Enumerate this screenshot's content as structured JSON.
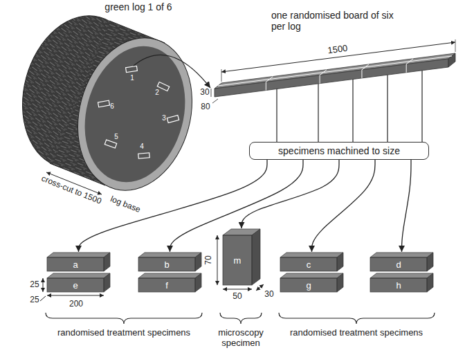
{
  "diagram": {
    "nodes": [
      {
        "text": [
          "specimens machined to size"
        ]
      },
      {
        "text": [
          "a"
        ]
      },
      {
        "text": [
          "e"
        ]
      },
      {
        "text": [
          "b"
        ]
      },
      {
        "text": [
          "f"
        ]
      },
      {
        "text": [
          "m"
        ]
      },
      {
        "text": [
          "c"
        ]
      },
      {
        "text": [
          "g"
        ]
      },
      {
        "text": [
          "d"
        ]
      },
      {
        "text": [
          "h"
        ]
      }
    ],
    "edges": [
      {
        "from": 0,
        "to": 1,
        "arrow": "to"
      },
      {
        "from": 0,
        "to": 3,
        "arrow": "to"
      },
      {
        "from": 0,
        "to": 5,
        "arrow": "to"
      },
      {
        "from": 0,
        "to": 6,
        "arrow": "to"
      },
      {
        "from": 0,
        "to": 8,
        "arrow": "to"
      }
    ],
    "labels": [
      "green log 1 of 6",
      "cross-cut to 1500",
      "log base",
      "1",
      "2",
      "3",
      "4",
      "5",
      "6",
      "one randomised board of six per log",
      "1500",
      "30",
      "80",
      "25",
      "25",
      "200",
      "70",
      "30",
      "50",
      "randomised treatment specimens",
      "microscopy specimen",
      "randomised treatment specimens"
    ]
  }
}
